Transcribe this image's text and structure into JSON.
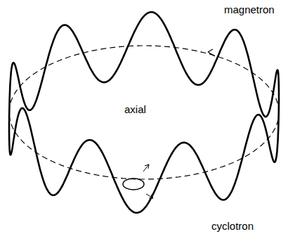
{
  "diagram": {
    "labels": [
      "magnetron",
      "axial",
      "cyclotron"
    ]
  }
}
